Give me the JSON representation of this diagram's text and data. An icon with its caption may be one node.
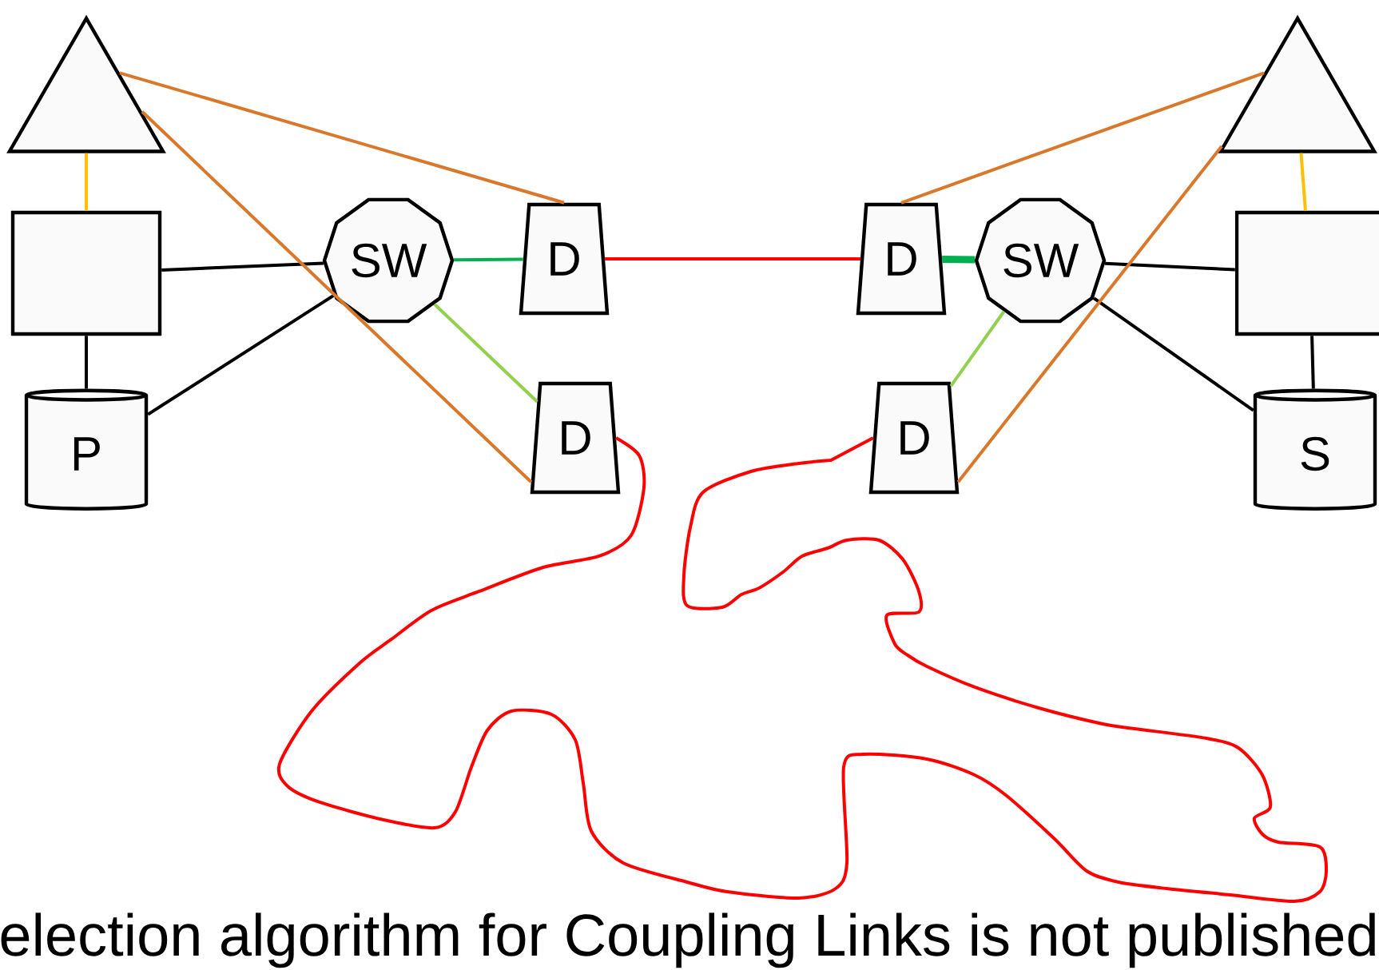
{
  "diagram": {
    "nodes": [
      {
        "text": [],
        "shape": "triangle"
      },
      {
        "text": [],
        "shape": "box"
      },
      {
        "text": [
          "P"
        ]
      },
      {
        "text": [
          "SW"
        ]
      },
      {
        "text": [
          "D"
        ]
      },
      {
        "text": [
          "D"
        ]
      },
      {
        "text": [
          "D"
        ]
      },
      {
        "text": [
          "D"
        ]
      },
      {
        "text": [
          "SW"
        ]
      },
      {
        "text": [],
        "shape": "triangle"
      },
      {
        "text": [],
        "shape": "box"
      },
      {
        "text": [
          "S"
        ]
      }
    ],
    "edges": [
      {
        "from": 0,
        "to": 1,
        "arrow": "none",
        "color": "#ffc000"
      },
      {
        "from": 1,
        "to": 2,
        "arrow": "none"
      },
      {
        "from": 1,
        "to": 3,
        "arrow": "none"
      },
      {
        "from": 2,
        "to": 3,
        "arrow": "none"
      },
      {
        "from": 3,
        "to": 4,
        "arrow": "none",
        "color": "#00b050"
      },
      {
        "from": 3,
        "to": 5,
        "arrow": "none",
        "color": "#92d050"
      },
      {
        "from": 0,
        "to": 4,
        "arrow": "none",
        "color": "#d9782b"
      },
      {
        "from": 0,
        "to": 5,
        "arrow": "none",
        "color": "#d9782b"
      },
      {
        "from": 4,
        "to": 6,
        "arrow": "none",
        "color": "#ff0000"
      },
      {
        "from": 6,
        "to": 8,
        "arrow": "none",
        "style": "thick",
        "color": "#00b050"
      },
      {
        "from": 8,
        "to": 7,
        "arrow": "none",
        "color": "#92d050"
      },
      {
        "from": 8,
        "to": 10,
        "arrow": "none"
      },
      {
        "from": 8,
        "to": 11,
        "arrow": "none"
      },
      {
        "from": 9,
        "to": 10,
        "arrow": "none",
        "color": "#ffc000"
      },
      {
        "from": 10,
        "to": 11,
        "arrow": "none"
      },
      {
        "from": 9,
        "to": 6,
        "arrow": "none",
        "color": "#d9782b"
      },
      {
        "from": 9,
        "to": 7,
        "arrow": "none",
        "color": "#d9782b"
      },
      {
        "from": 5,
        "to": 7,
        "arrow": "none",
        "color": "#ff0000"
      }
    ],
    "labels": [
      "election algorithm for Coupling Links is not published"
    ]
  }
}
